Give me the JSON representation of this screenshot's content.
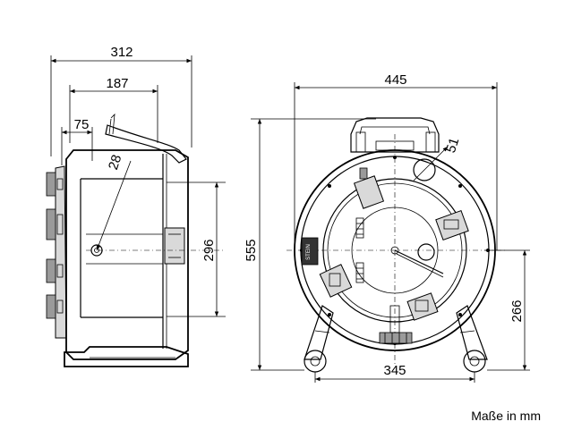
{
  "side_view": {
    "dim_total_width": "312",
    "dim_inner_width": "187",
    "dim_offset": "75",
    "dim_hub_diameter": "28",
    "dim_drum_height": "296",
    "dim_total_height": "555"
  },
  "front_view": {
    "dim_width": "445",
    "dim_hole": "51",
    "dim_axle_height": "266",
    "dim_wheel_base": "345",
    "logo_text": "STEIN"
  },
  "units_label": "Maße in mm",
  "colors": {
    "line": "#000000",
    "fill_light": "#d9d9d9",
    "fill_dark": "#9a9a9a"
  }
}
